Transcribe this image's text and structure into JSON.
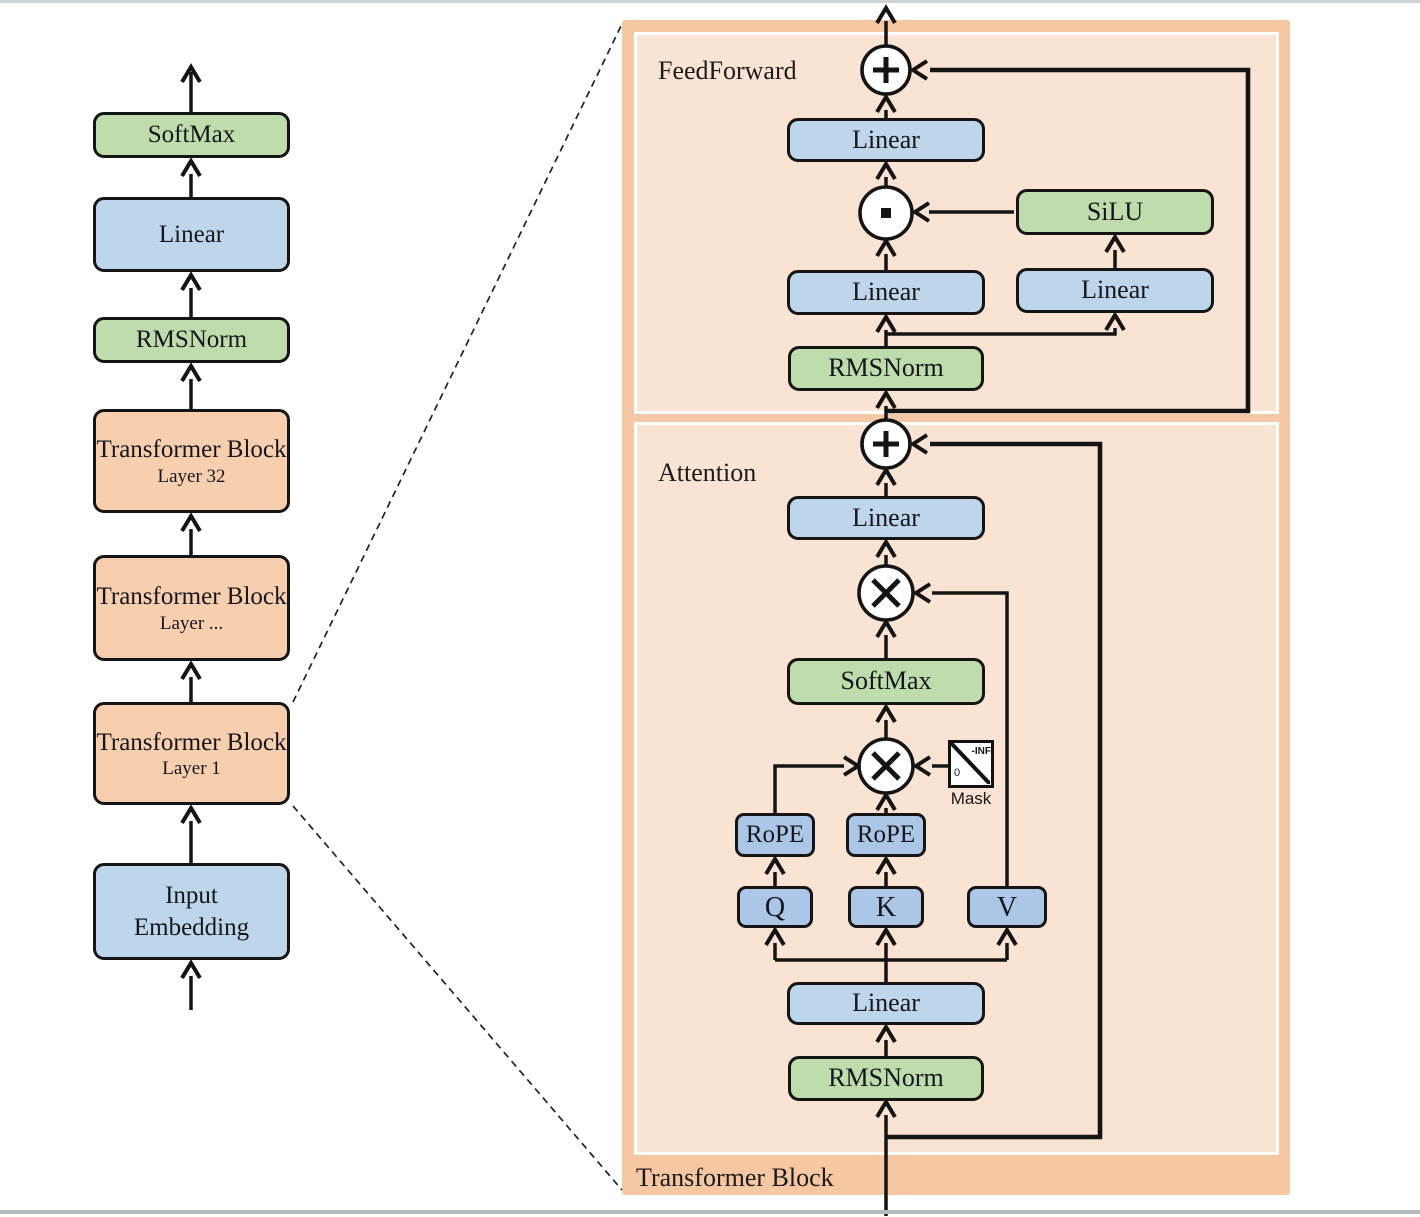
{
  "left_column": {
    "blocks": [
      {
        "label": "SoftMax"
      },
      {
        "label": "Linear"
      },
      {
        "label": "RMSNorm"
      },
      {
        "label": "Transformer Block",
        "sublabel": "Layer 32"
      },
      {
        "label": "Transformer Block",
        "sublabel": "Layer ..."
      },
      {
        "label": "Transformer Block",
        "sublabel": "Layer 1"
      },
      {
        "label": "Input Embedding"
      }
    ]
  },
  "panel": {
    "title": "Transformer Block",
    "feedforward": {
      "section_label": "FeedForward",
      "linear_out": "Linear",
      "silu": "SiLU",
      "linear_gate": "Linear",
      "linear_up": "Linear",
      "rmsnorm": "RMSNorm"
    },
    "attention": {
      "section_label": "Attention",
      "linear_out": "Linear",
      "softmax": "SoftMax",
      "mask": {
        "label": "Mask",
        "top_right": "-INF",
        "bottom_left": "0"
      },
      "rope_q": "RoPE",
      "rope_k": "RoPE",
      "q": "Q",
      "k": "K",
      "v": "V",
      "linear_in": "Linear",
      "rmsnorm": "RMSNorm"
    }
  },
  "colors": {
    "blue_box": "#bdd6ec",
    "qkv_box": "#abc6e6",
    "green_box": "#bedcac",
    "orange_box": "#f8cfae",
    "panel_outer": "#f5c7a2",
    "panel_inner": "#fbe3d3",
    "line": "#141414"
  }
}
